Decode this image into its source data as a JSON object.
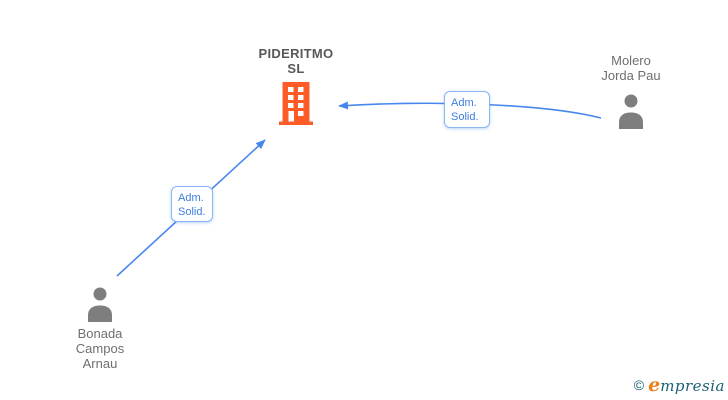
{
  "diagram": {
    "company": {
      "name_lines": [
        "PIDERITMO",
        "SL"
      ]
    },
    "persons": {
      "molero": {
        "name_lines": [
          "Molero",
          "Jorda Pau"
        ]
      },
      "bonada": {
        "name_lines": [
          "Bonada",
          "Campos",
          "Arnau"
        ]
      }
    },
    "edges": {
      "molero_to_company": {
        "from": "Molero Jorda Pau",
        "to": "PIDERITMO SL",
        "label_lines": [
          "Adm.",
          "Solid."
        ]
      },
      "bonada_to_company": {
        "from": "Bonada Campos Arnau",
        "to": "PIDERITMO SL",
        "label_lines": [
          "Adm.",
          "Solid."
        ]
      }
    }
  },
  "branding": {
    "copyright_symbol": "©",
    "brand_initial": "e",
    "brand_rest": "mpresia"
  },
  "colors": {
    "company_icon": "#fd5c28",
    "person_icon": "#7e7e7e",
    "edge_line": "#4687ee",
    "label_border": "#8ab6f1",
    "label_text": "#3c7de0",
    "company_text": "#58585a",
    "person_text": "#6f6f6f",
    "brand_teal": "#1a6075",
    "brand_orange": "#ef7f1a"
  }
}
